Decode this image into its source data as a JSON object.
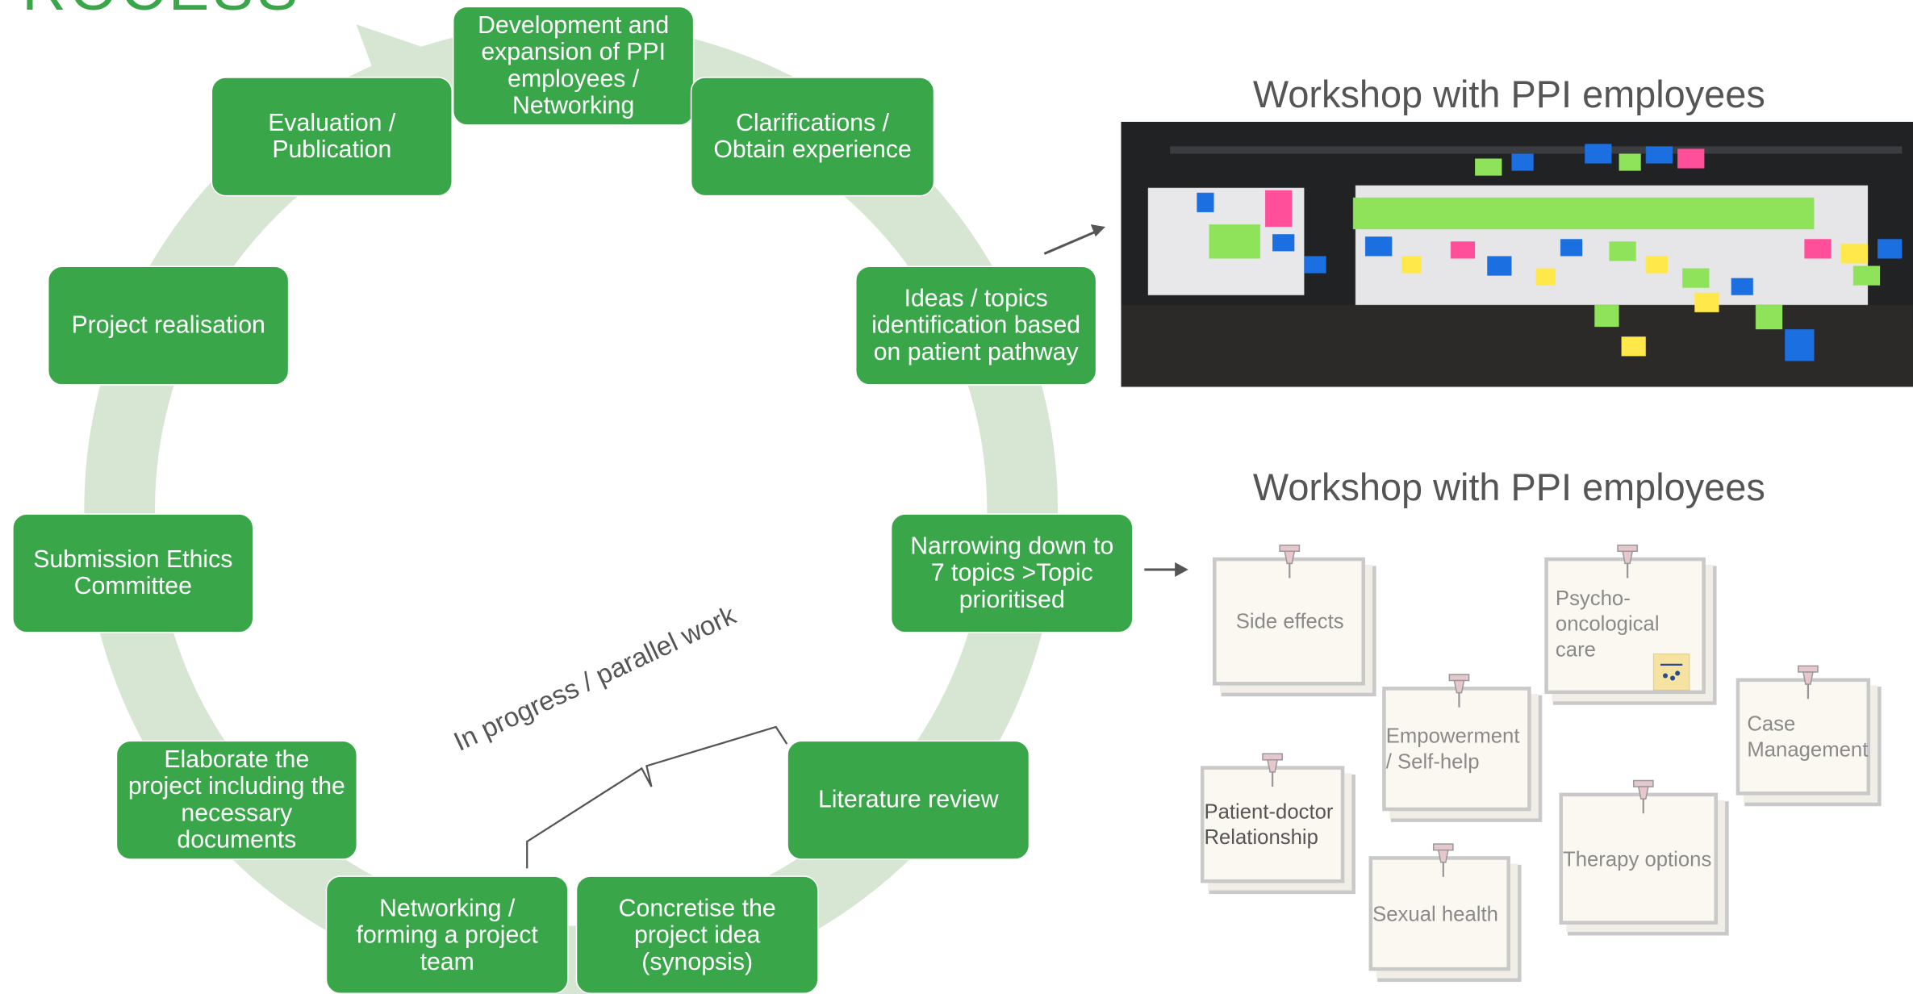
{
  "title_fragment": "ROCESS",
  "cycle_steps": [
    {
      "id": "development",
      "label": "Development and expansion of PPI employees / Networking"
    },
    {
      "id": "clarifications",
      "label": "Clarifications / Obtain experience"
    },
    {
      "id": "ideas",
      "label": "Ideas / topics identification based on patient pathway"
    },
    {
      "id": "narrowing",
      "label": "Narrowing down to 7 topics >Topic prioritised"
    },
    {
      "id": "literature",
      "label": "Literature review"
    },
    {
      "id": "concretise",
      "label": "Concretise the project idea (synopsis)"
    },
    {
      "id": "networking",
      "label": "Networking / forming a project team"
    },
    {
      "id": "elaborate",
      "label": "Elaborate the project including the necessary documents"
    },
    {
      "id": "submission",
      "label": "Submission Ethics Committee"
    },
    {
      "id": "realisation",
      "label": "Project realisation"
    },
    {
      "id": "evaluation",
      "label": "Evaluation / Publication"
    }
  ],
  "parallel_label": "In progress / parallel work",
  "workshop_top": {
    "title": "Workshop with PPI employees"
  },
  "workshop_bottom": {
    "title": "Workshop with PPI employees",
    "notes": [
      {
        "id": "side-effects",
        "label": "Side effects"
      },
      {
        "id": "psycho",
        "label": "Psycho-oncological care"
      },
      {
        "id": "empowerment",
        "label": "Empowerment / Self-help"
      },
      {
        "id": "case-management",
        "label": "Case Management"
      },
      {
        "id": "patient-doctor",
        "label": "Patient-doctor Relationship"
      },
      {
        "id": "therapy",
        "label": "Therapy options"
      },
      {
        "id": "sexual-health",
        "label": "Sexual health"
      }
    ]
  },
  "colors": {
    "box": "#3aa64a",
    "ring": "#d6e6d2",
    "title": "#3aa64a",
    "text": "#555555",
    "note_border": "#c9c9c9"
  },
  "icons": [
    "cycle-arrow-icon",
    "pushpin-icon",
    "arrow-right-icon"
  ]
}
